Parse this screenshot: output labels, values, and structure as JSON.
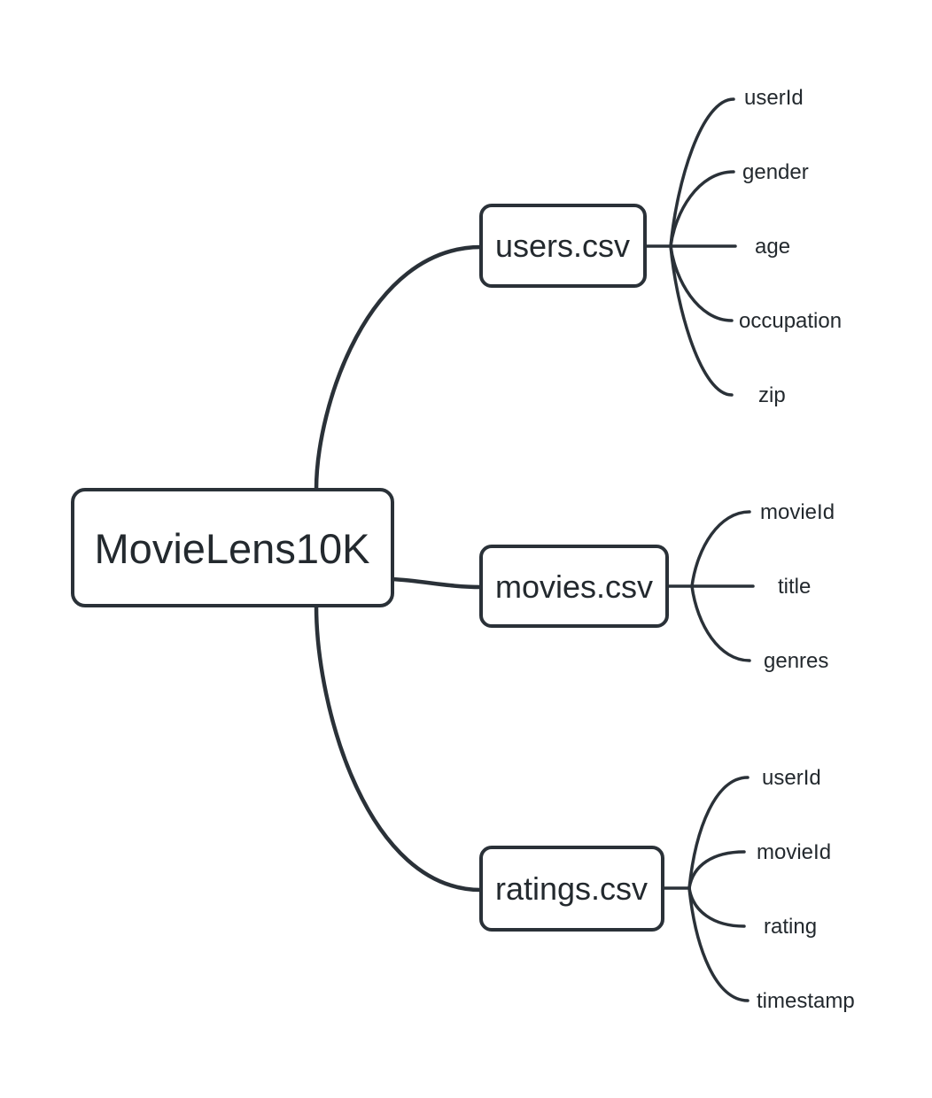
{
  "diagram": {
    "type": "mindmap",
    "root": {
      "label": "MovieLens10K"
    },
    "children": [
      {
        "label": "users.csv",
        "fields": [
          "userId",
          "gender",
          "age",
          "occupation",
          "zip"
        ]
      },
      {
        "label": "movies.csv",
        "fields": [
          "movieId",
          "title",
          "genres"
        ]
      },
      {
        "label": "ratings.csv",
        "fields": [
          "userId",
          "movieId",
          "rating",
          "timestamp"
        ]
      }
    ],
    "colors": {
      "stroke": "#2a3138",
      "text": "#23292e",
      "node_fill": "#ffffff",
      "background": "#ffffff"
    }
  }
}
